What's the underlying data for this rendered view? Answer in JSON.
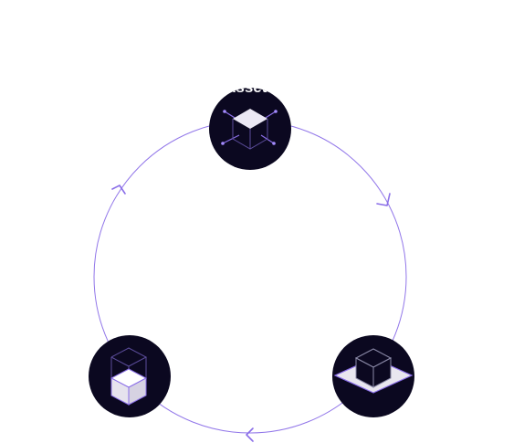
{
  "diagram": {
    "type": "cycle",
    "accent_color": "#8b6fe8",
    "node_color": "#0b0820",
    "nodes": [
      {
        "id": "top",
        "label": "Assets",
        "icon": "network-cube-icon"
      },
      {
        "id": "right",
        "label": "",
        "icon": "cube-on-platform-icon"
      },
      {
        "id": "left",
        "label": "",
        "icon": "stacked-cubes-icon"
      }
    ],
    "flow_direction": "clockwise"
  }
}
